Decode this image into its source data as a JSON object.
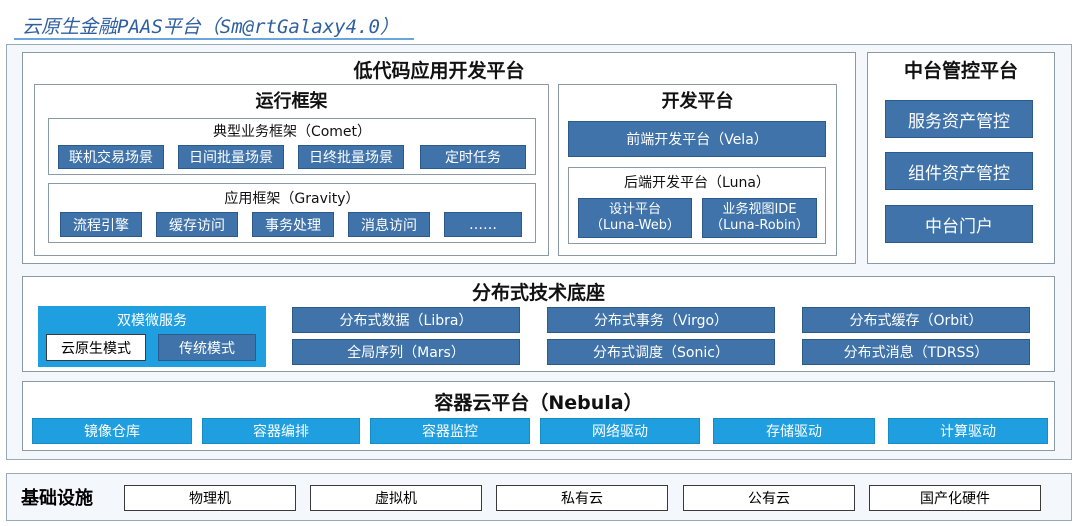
{
  "title": "云原生金融PAAS平台（Sm@rtGalaxy4.0）",
  "lowcode": {
    "title": "低代码应用开发平台",
    "runtime": {
      "title": "运行框架",
      "comet": {
        "title": "典型业务框架（Comet）",
        "items": [
          "联机交易场景",
          "日间批量场景",
          "日终批量场景",
          "定时任务"
        ]
      },
      "gravity": {
        "title": "应用框架（Gravity）",
        "items": [
          "流程引擎",
          "缓存访问",
          "事务处理",
          "消息访问",
          "……"
        ]
      }
    },
    "devplatform": {
      "title": "开发平台",
      "vela": "前端开发平台（Vela）",
      "luna": {
        "title": "后端开发平台（Luna）",
        "web_line1": "设计平台",
        "web_line2": "（Luna-Web）",
        "robin_line1": "业务视图IDE",
        "robin_line2": "（Luna-Robin）"
      }
    }
  },
  "midplatform": {
    "title": "中台管控平台",
    "items": [
      "服务资产管控",
      "组件资产管控",
      "中台门户"
    ]
  },
  "distributed": {
    "title": "分布式技术底座",
    "dual": {
      "title": "双模微服务",
      "cloud_native": "云原生模式",
      "traditional": "传统模式"
    },
    "items": [
      "分布式数据（Libra）",
      "分布式事务（Virgo）",
      "分布式缓存（Orbit）",
      "全局序列（Mars）",
      "分布式调度（Sonic）",
      "分布式消息（TDRSS）"
    ]
  },
  "container": {
    "title": "容器云平台（Nebula）",
    "items": [
      "镜像仓库",
      "容器编排",
      "容器监控",
      "网络驱动",
      "存储驱动",
      "计算驱动"
    ]
  },
  "infra": {
    "title": "基础设施",
    "items": [
      "物理机",
      "虚拟机",
      "私有云",
      "公有云",
      "国产化硬件"
    ]
  },
  "colors": {
    "accent_blue": "#3f73a9",
    "sky_blue": "#1f9fe0",
    "title_blue": "#2f5fa0"
  }
}
